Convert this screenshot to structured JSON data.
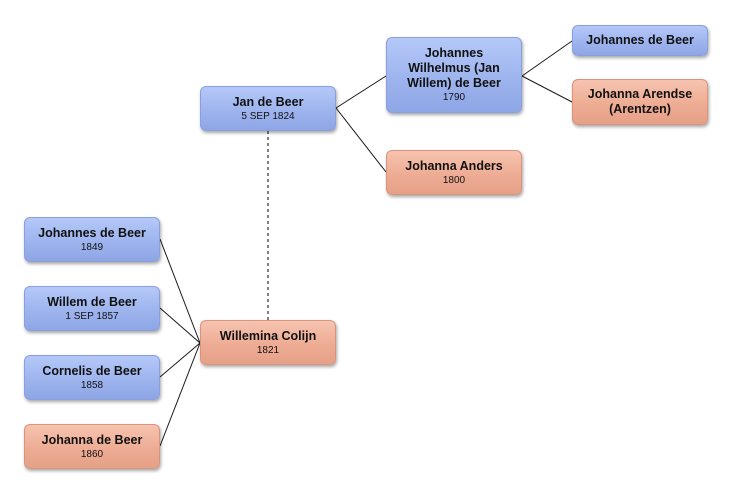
{
  "persons": {
    "jan": {
      "name": "Jan de Beer",
      "date": "5 SEP 1824",
      "sex": "male"
    },
    "johannes_wilhelmus": {
      "name": "Johannes Wilhelmus (Jan Willem) de Beer",
      "date": "1790",
      "sex": "male"
    },
    "johanna_anders": {
      "name": "Johanna Anders",
      "date": "1800",
      "sex": "female"
    },
    "johannes_gf": {
      "name": "Johannes de Beer",
      "date": "",
      "sex": "male"
    },
    "johanna_arendse": {
      "name": "Johanna Arendse (Arentzen)",
      "date": "",
      "sex": "female"
    },
    "willemina": {
      "name": "Willemina Colijn",
      "date": "1821",
      "sex": "female"
    },
    "johannes_child": {
      "name": "Johannes de Beer",
      "date": "1849",
      "sex": "male"
    },
    "willem": {
      "name": "Willem de Beer",
      "date": "1 SEP 1857",
      "sex": "male"
    },
    "cornelis": {
      "name": "Cornelis de Beer",
      "date": "1858",
      "sex": "male"
    },
    "johanna_child": {
      "name": "Johanna de Beer",
      "date": "1860",
      "sex": "female"
    }
  },
  "colors": {
    "male_fill": "#9eb4ee",
    "female_fill": "#eeac94",
    "connector": "#1a1a1a",
    "spouse_link": "#555555"
  }
}
